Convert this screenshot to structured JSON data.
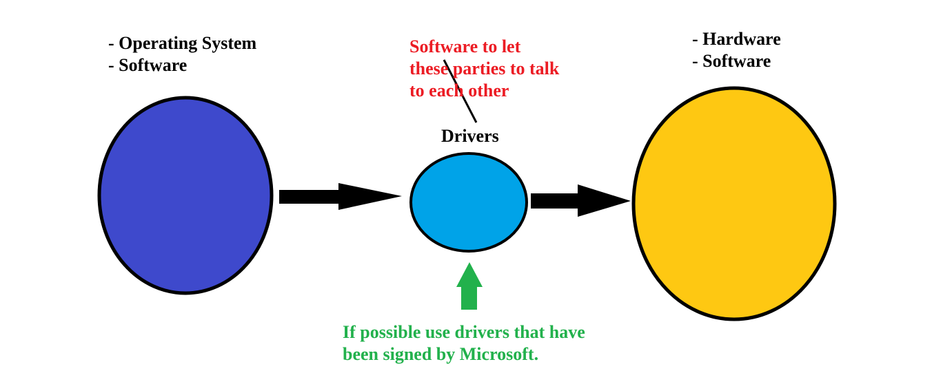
{
  "left_node": {
    "lines": [
      "- Operating System",
      "- Software"
    ],
    "fill": "#3e49cc"
  },
  "right_node": {
    "lines": [
      "- Hardware",
      "- Software"
    ],
    "fill": "#fec812"
  },
  "center_node": {
    "label": "Drivers",
    "fill": "#00a3e8"
  },
  "center_note": {
    "lines": [
      "Software to let",
      "these parties to talk",
      "to each other"
    ],
    "color": "#ec1c24"
  },
  "bottom_note": {
    "lines": [
      "If possible use drivers that have",
      "been signed by Microsoft."
    ],
    "color": "#22b14c"
  },
  "arrow_color": "#000000",
  "up_arrow_color": "#22b14c"
}
